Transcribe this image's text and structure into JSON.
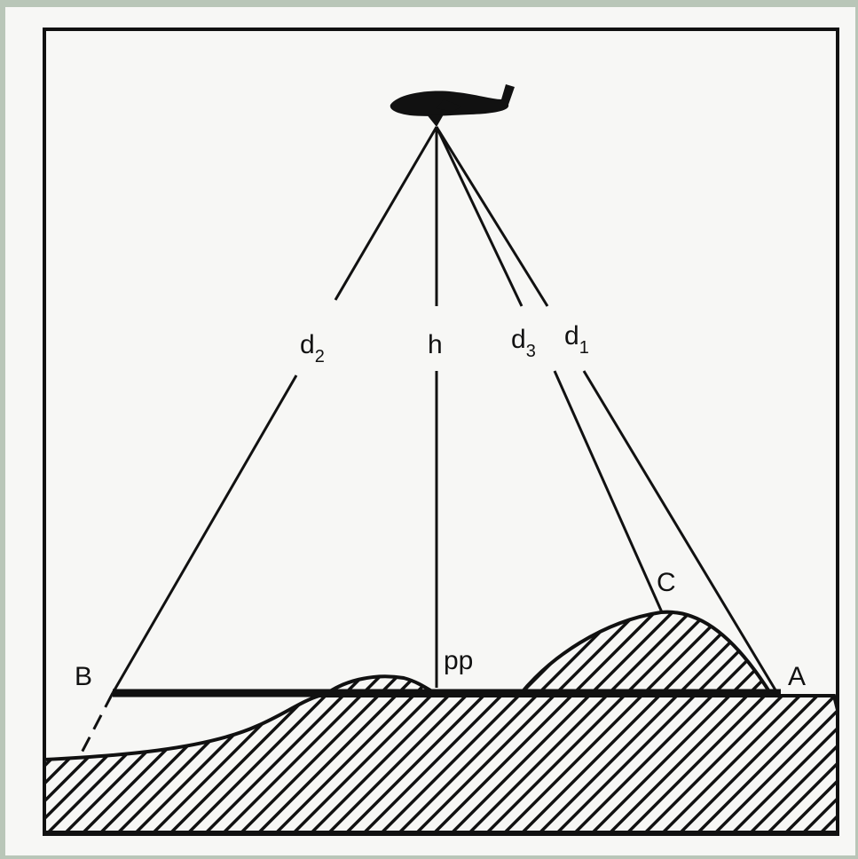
{
  "figure": {
    "labels": {
      "d2": "d",
      "d2_sub": "2",
      "h": "h",
      "d3": "d",
      "d3_sub": "3",
      "d1": "d",
      "d1_sub": "1",
      "C": "C",
      "pp": "pp",
      "B": "B",
      "A": "A"
    },
    "icons": [
      "airplane-icon"
    ],
    "colors": {
      "background": "#b9c6b8",
      "paper": "#f7f7f5",
      "ink": "#111111"
    }
  }
}
